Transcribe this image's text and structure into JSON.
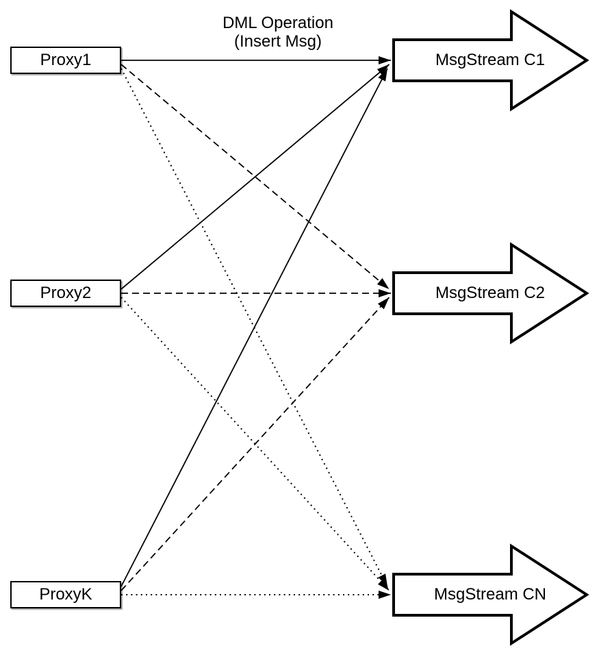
{
  "title": {
    "line1": "DML Operation",
    "line2": "(Insert Msg)"
  },
  "proxies": [
    {
      "label": "Proxy1"
    },
    {
      "label": "Proxy2"
    },
    {
      "label": "ProxyK"
    }
  ],
  "streams": [
    {
      "label": "MsgStream C1"
    },
    {
      "label": "MsgStream C2"
    },
    {
      "label": "MsgStream CN"
    }
  ],
  "edges": [
    {
      "from": "Proxy1",
      "to": "MsgStream C1",
      "style": "solid"
    },
    {
      "from": "Proxy2",
      "to": "MsgStream C1",
      "style": "solid"
    },
    {
      "from": "ProxyK",
      "to": "MsgStream C1",
      "style": "solid"
    },
    {
      "from": "Proxy1",
      "to": "MsgStream C2",
      "style": "dashed"
    },
    {
      "from": "Proxy2",
      "to": "MsgStream C2",
      "style": "dashed"
    },
    {
      "from": "ProxyK",
      "to": "MsgStream C2",
      "style": "dashed"
    },
    {
      "from": "Proxy1",
      "to": "MsgStream CN",
      "style": "dotted"
    },
    {
      "from": "Proxy2",
      "to": "MsgStream CN",
      "style": "dotted"
    },
    {
      "from": "ProxyK",
      "to": "MsgStream CN",
      "style": "dotted"
    }
  ],
  "colors": {
    "stroke": "#000000",
    "fill": "#ffffff",
    "background": "#ffffff"
  }
}
